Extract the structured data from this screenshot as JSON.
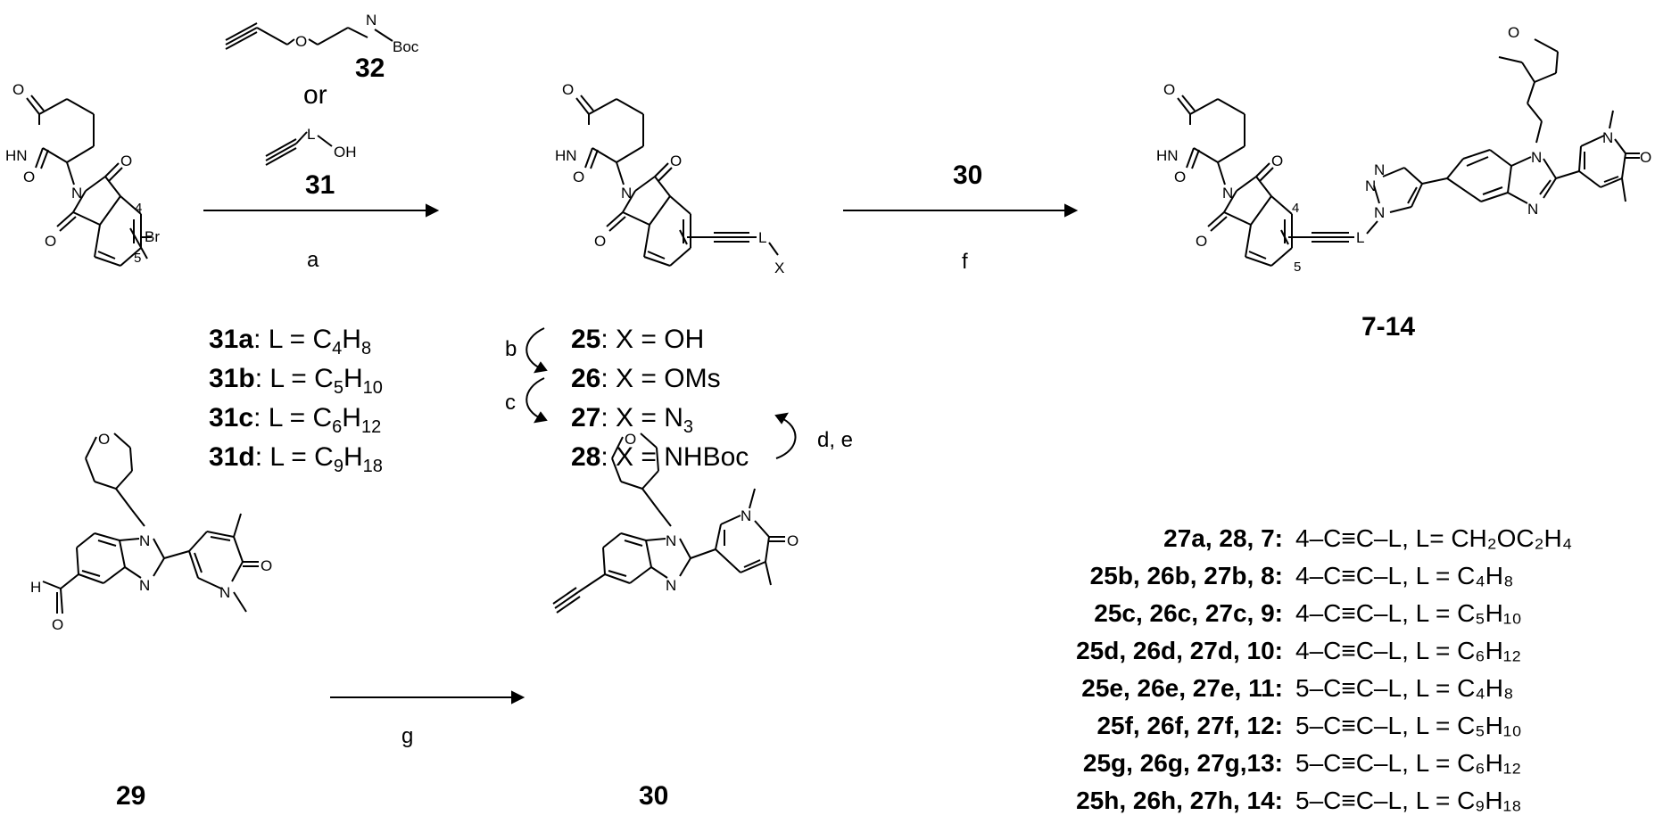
{
  "reagents": {
    "a": "a",
    "b": "b",
    "c": "c",
    "de": "d, e",
    "f": "f",
    "g": "g",
    "f_over": "30"
  },
  "compounds": {
    "c32": "32",
    "or": "or",
    "c31": "31",
    "c29": "29",
    "c30": "30",
    "product": "7-14"
  },
  "atoms": {
    "N": "N",
    "HN": "HN",
    "O": "O",
    "H": "H",
    "Br": "Br",
    "L": "L",
    "X": "X",
    "OH": "OH",
    "Boc": "Boc",
    "pos4": "4",
    "pos5": "5"
  },
  "linkers_31": [
    {
      "id": "31a",
      "text": ": L = C",
      "sub1": "4",
      "mid": "H",
      "sub2": "8"
    },
    {
      "id": "31b",
      "text": ": L = C",
      "sub1": "5",
      "mid": "H",
      "sub2": "10"
    },
    {
      "id": "31c",
      "text": ": L = C",
      "sub1": "6",
      "mid": "H",
      "sub2": "12"
    },
    {
      "id": "31d",
      "text": ": L = C",
      "sub1": "9",
      "mid": "H",
      "sub2": "18"
    }
  ],
  "series_X": [
    {
      "id": "25",
      "text": ": X = OH"
    },
    {
      "id": "26",
      "text": ": X = OMs"
    },
    {
      "id": "27",
      "text": ": X = N",
      "sub": "3"
    },
    {
      "id": "28",
      "text": ": X = NHBoc"
    }
  ],
  "compound_table": [
    {
      "ids": "27a, 28, 7:",
      "desc": "4–C≡C–L, L= CH₂OC₂H₄"
    },
    {
      "ids": "25b, 26b, 27b, 8:",
      "desc": "4–C≡C–L, L = C₄H₈"
    },
    {
      "ids": "25c, 26c, 27c, 9:",
      "desc": "4–C≡C–L, L = C₅H₁₀"
    },
    {
      "ids": "25d, 26d, 27d, 10:",
      "desc": "4–C≡C–L, L = C₆H₁₂"
    },
    {
      "ids": "25e, 26e, 27e, 11:",
      "desc": "5–C≡C–L, L = C₄H₈"
    },
    {
      "ids": "25f, 26f, 27f, 12:",
      "desc": "5–C≡C–L, L = C₅H₁₀"
    },
    {
      "ids": "25g, 26g, 27g,13:",
      "desc": "5–C≡C–L, L = C₆H₁₂"
    },
    {
      "ids": "25h, 26h, 27h, 14:",
      "desc": "5–C≡C–L, L = C₉H₁₈"
    }
  ]
}
